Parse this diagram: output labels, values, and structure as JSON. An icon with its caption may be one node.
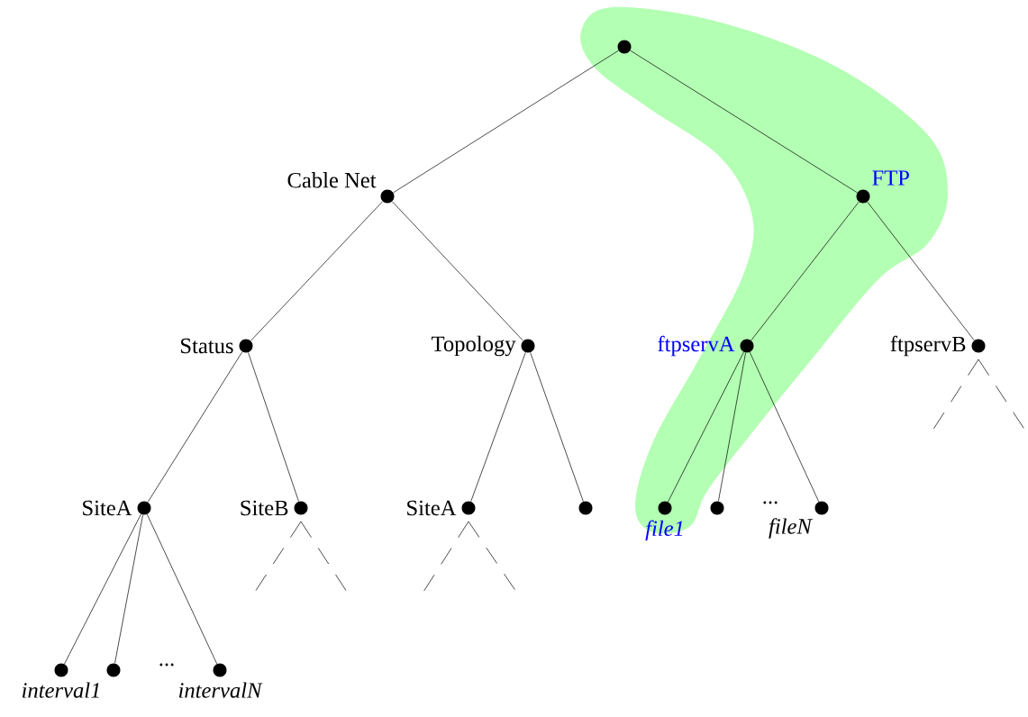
{
  "diagram": {
    "nodes": [
      {
        "text": [],
        "shape": "circle"
      },
      {
        "text": [
          "Cable Net"
        ]
      },
      {
        "text": [
          "FTP"
        ]
      },
      {
        "text": [
          "Status"
        ]
      },
      {
        "text": [
          "Topology"
        ]
      },
      {
        "text": [
          "ftpservA"
        ]
      },
      {
        "text": [
          "ftpservB"
        ]
      },
      {
        "text": [
          "SiteA"
        ]
      },
      {
        "text": [
          "SiteB"
        ]
      },
      {
        "text": [
          "SiteA"
        ]
      },
      {
        "text": [],
        "shape": "circle"
      },
      {
        "text": [
          "file1"
        ]
      },
      {
        "text": [],
        "shape": "circle"
      },
      {
        "text": [
          "fileN"
        ]
      },
      {
        "text": [
          "interval1"
        ]
      },
      {
        "text": [],
        "shape": "circle"
      },
      {
        "text": [
          "intervalN"
        ]
      }
    ],
    "edges": [
      {
        "from": 0,
        "to": 1,
        "arrow": "none"
      },
      {
        "from": 0,
        "to": 2,
        "arrow": "none"
      },
      {
        "from": 1,
        "to": 3,
        "arrow": "none"
      },
      {
        "from": 1,
        "to": 4,
        "arrow": "none"
      },
      {
        "from": 2,
        "to": 5,
        "arrow": "none"
      },
      {
        "from": 2,
        "to": 6,
        "arrow": "none"
      },
      {
        "from": 3,
        "to": 7,
        "arrow": "none"
      },
      {
        "from": 3,
        "to": 8,
        "arrow": "none"
      },
      {
        "from": 4,
        "to": 9,
        "arrow": "none"
      },
      {
        "from": 4,
        "to": 10,
        "arrow": "none"
      },
      {
        "from": 5,
        "to": 11,
        "arrow": "none"
      },
      {
        "from": 5,
        "to": 12,
        "arrow": "none"
      },
      {
        "from": 5,
        "to": 13,
        "arrow": "none"
      },
      {
        "from": 7,
        "to": 14,
        "arrow": "none"
      },
      {
        "from": 7,
        "to": 15,
        "arrow": "none"
      },
      {
        "from": 7,
        "to": 16,
        "arrow": "none"
      },
      {
        "from": 8,
        "to": null,
        "arrow": "none",
        "style": "dashed"
      },
      {
        "from": 8,
        "to": null,
        "arrow": "none",
        "style": "dashed"
      },
      {
        "from": 9,
        "to": null,
        "arrow": "none",
        "style": "dashed"
      },
      {
        "from": 9,
        "to": null,
        "arrow": "none",
        "style": "dashed"
      },
      {
        "from": 6,
        "to": null,
        "arrow": "none",
        "style": "dashed"
      },
      {
        "from": 6,
        "to": null,
        "arrow": "none",
        "style": "dashed"
      }
    ],
    "labels": [
      "...",
      "..."
    ]
  }
}
